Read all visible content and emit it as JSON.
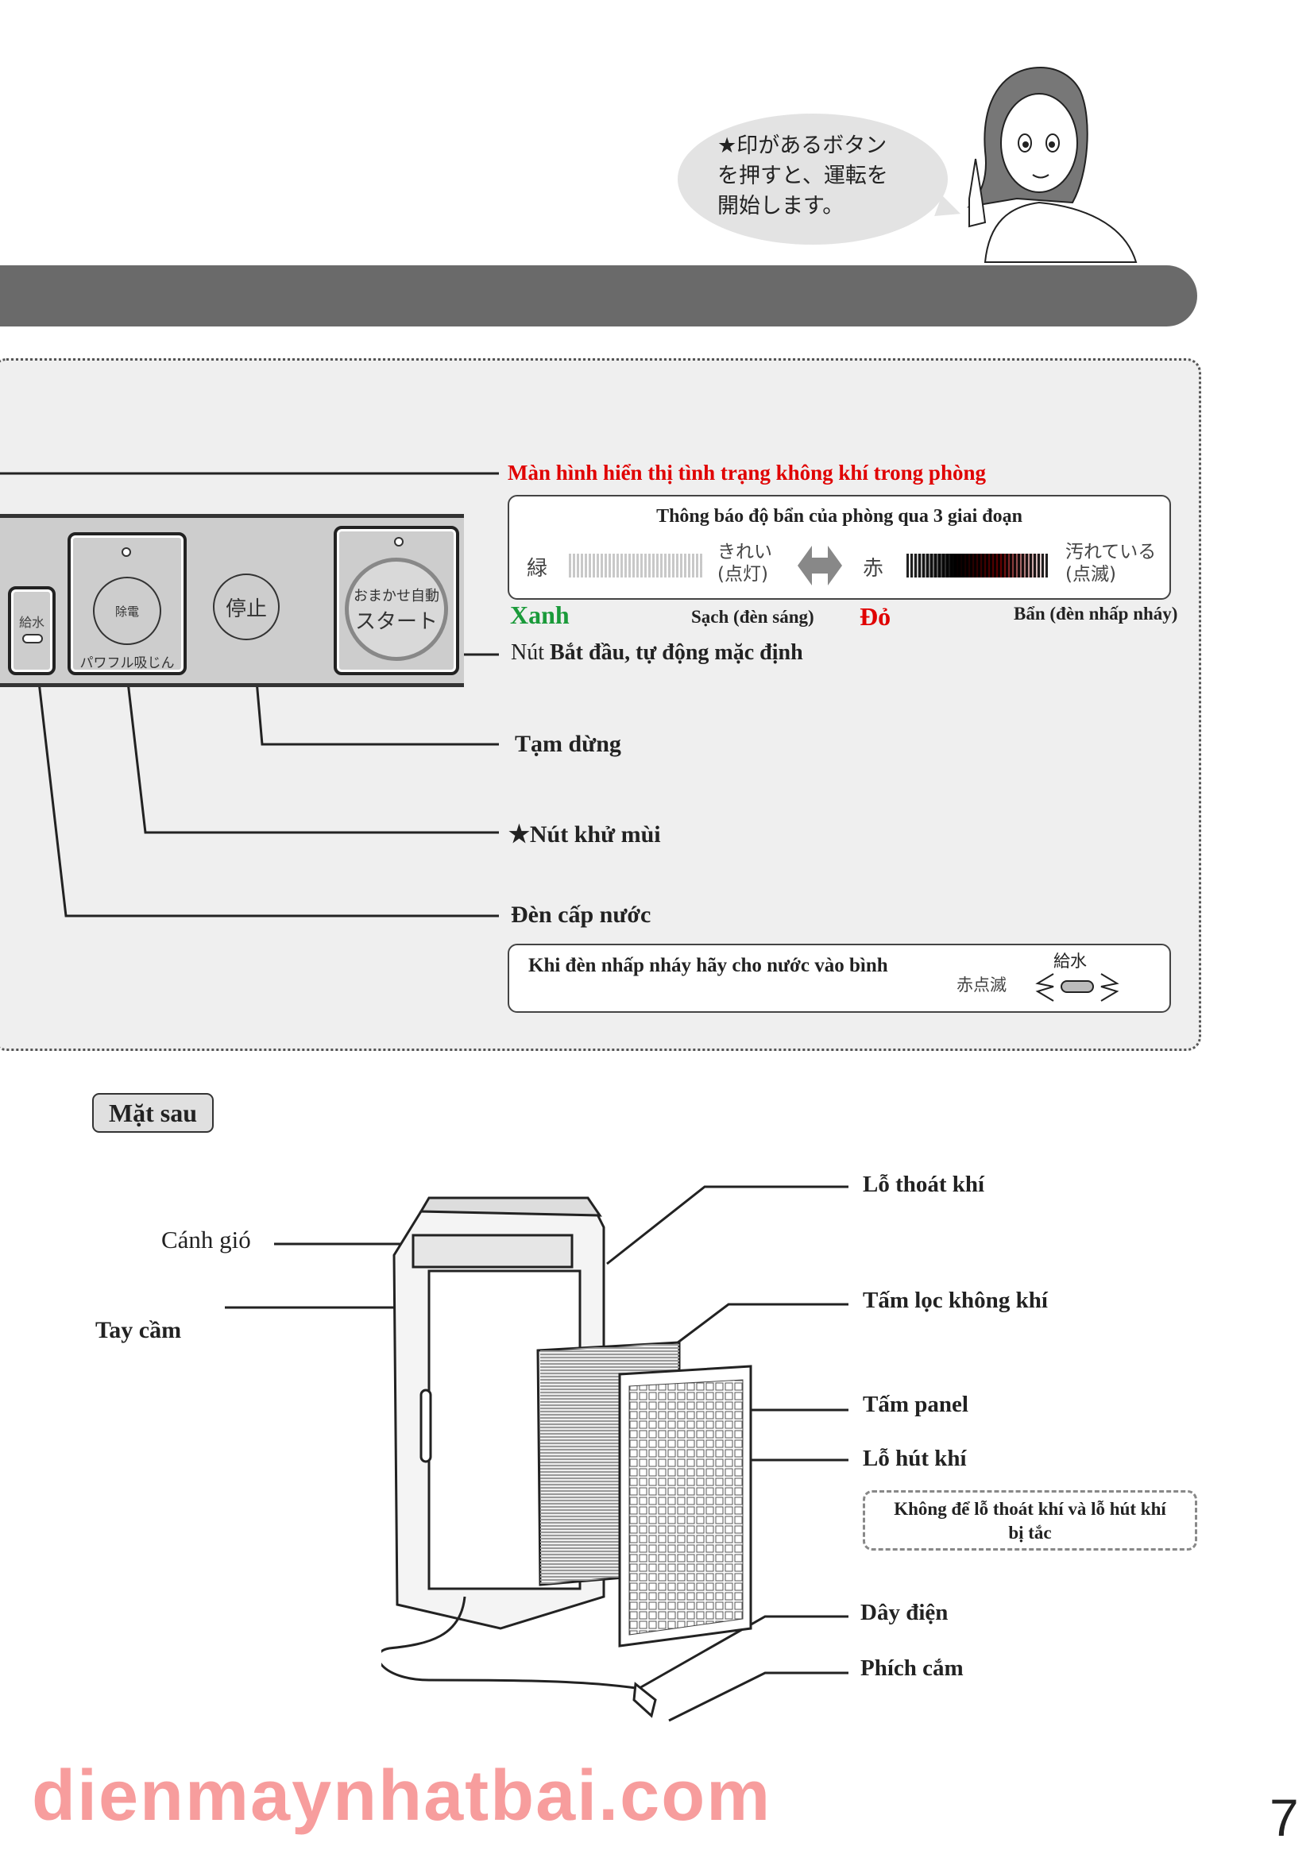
{
  "bubble": {
    "line1": "★印があるボタン",
    "line2": "を押すと、運転を",
    "line3": "開始します。"
  },
  "display": {
    "title": "Màn hình hiển thị tình trạng không khí trong phòng",
    "box_title": "Thông báo độ bẩn của phòng qua 3 giai đoạn",
    "green_jp": "緑",
    "clean_jp": "きれい",
    "clean_jp_sub": "(点灯)",
    "red_jp": "赤",
    "dirty_jp": "汚れている",
    "dirty_jp_sub": "(点滅)",
    "green_label": "Xanh",
    "clean_label": "Sạch (đèn sáng)",
    "red_label": "Đỏ",
    "dirty_label": "Bẩn (đèn nhấp nháy)",
    "green_color": "#1a9a3a",
    "red_color": "#e00000"
  },
  "control_panel": {
    "water_jp": "給水",
    "deodor_jp": "除電",
    "deodor_sub_jp": "パワフル吸じん",
    "stop_jp": "停止",
    "start_jp1": "おまかせ自動",
    "start_jp2": "スタート"
  },
  "labels": {
    "start_prefix": "Nút ",
    "start_bold": "Bắt đầu, tự động mặc định",
    "pause": "Tạm dừng",
    "deodor": "★Nút khử mùi",
    "water_light": "Đèn cấp nước",
    "water_note": "Khi đèn nhấp nháy hãy cho nước vào bình",
    "water_note_jp_top": "給水",
    "water_note_jp": "赤点滅"
  },
  "back": {
    "badge": "Mặt sau",
    "vane": "Cánh gió",
    "handle": "Tay cầm",
    "outlet": "Lỗ thoát khí",
    "filter": "Tấm lọc không khí",
    "panel": "Tấm panel",
    "inlet": "Lỗ hút khí",
    "note": "Không để lỗ thoát khí và lỗ hút khí bị tắc",
    "cord": "Dây điện",
    "plug": "Phích cắm"
  },
  "page_number": "7",
  "watermark": "dienmaynhatbai.com"
}
